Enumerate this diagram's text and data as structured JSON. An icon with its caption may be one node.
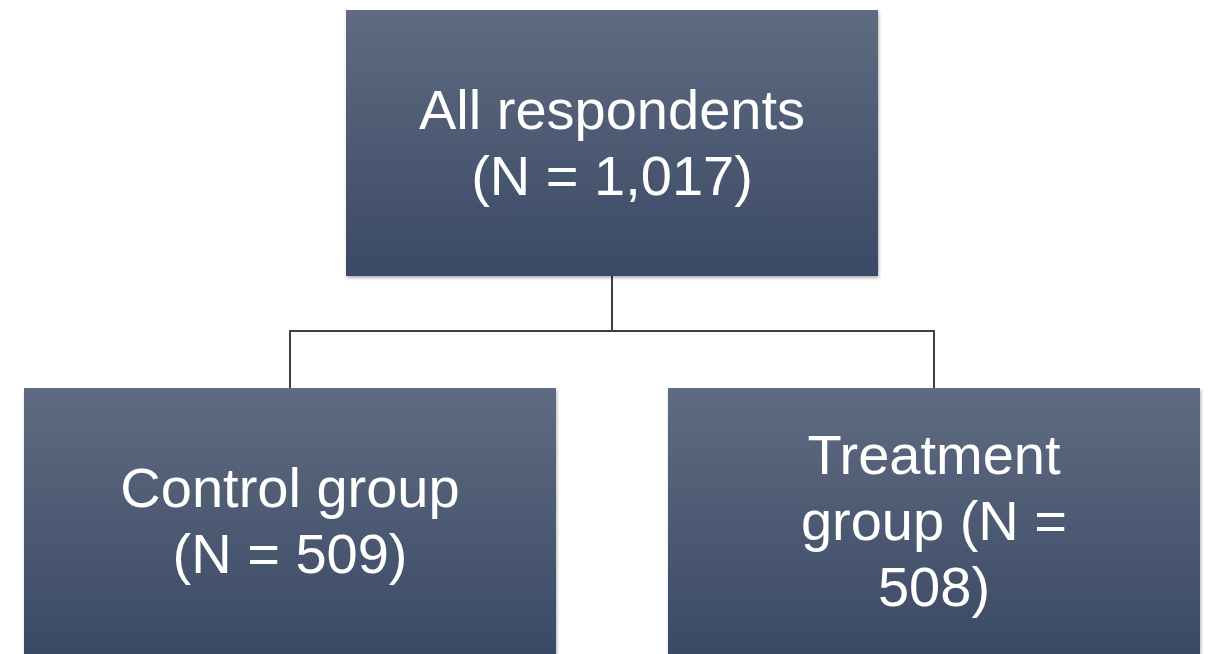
{
  "diagram": {
    "nodes": [
      {
        "text": [
          "All respondents (N = 1,017)"
        ]
      },
      {
        "text": [
          "Control group (N = 509)"
        ]
      },
      {
        "text": [
          "Treatment group (N = 508)"
        ]
      }
    ],
    "edges": [
      {
        "from": 0,
        "to": 1,
        "arrow": "none"
      },
      {
        "from": 0,
        "to": 2,
        "arrow": "none"
      }
    ]
  }
}
